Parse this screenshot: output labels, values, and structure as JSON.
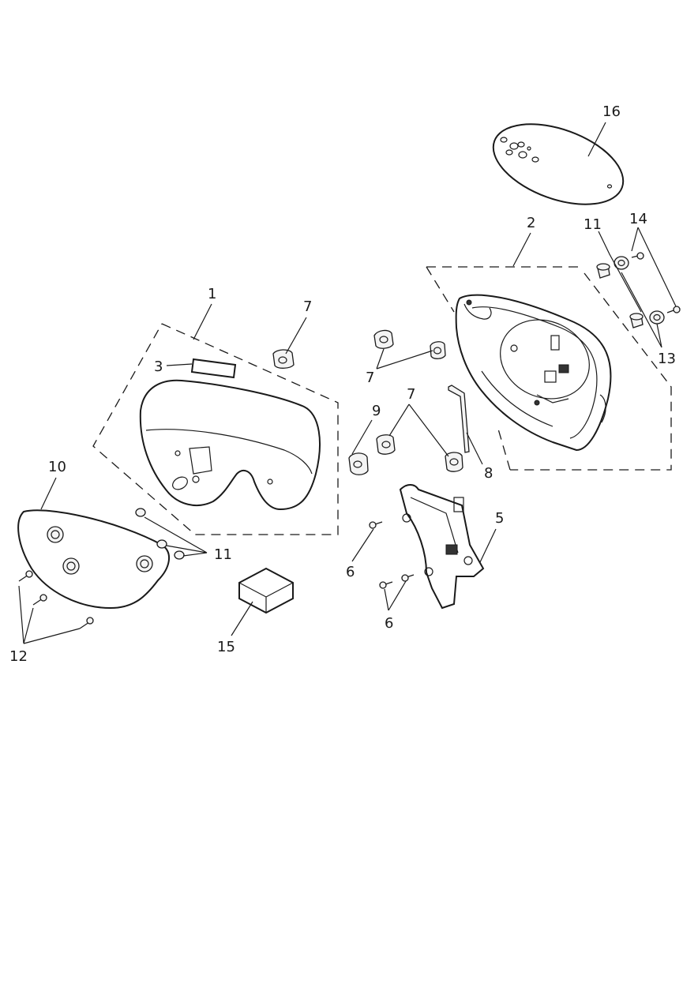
{
  "diagram": {
    "callouts": {
      "c1": "1",
      "c2": "2",
      "c3": "3",
      "c5": "5",
      "c6a": "6",
      "c6b": "6",
      "c7a": "7",
      "c7b": "7",
      "c7c": "7",
      "c8": "8",
      "c9": "9",
      "c10": "10",
      "c11a": "11",
      "c11b": "11",
      "c12": "12",
      "c13": "13",
      "c14": "14",
      "c15": "15",
      "c16": "16"
    }
  }
}
